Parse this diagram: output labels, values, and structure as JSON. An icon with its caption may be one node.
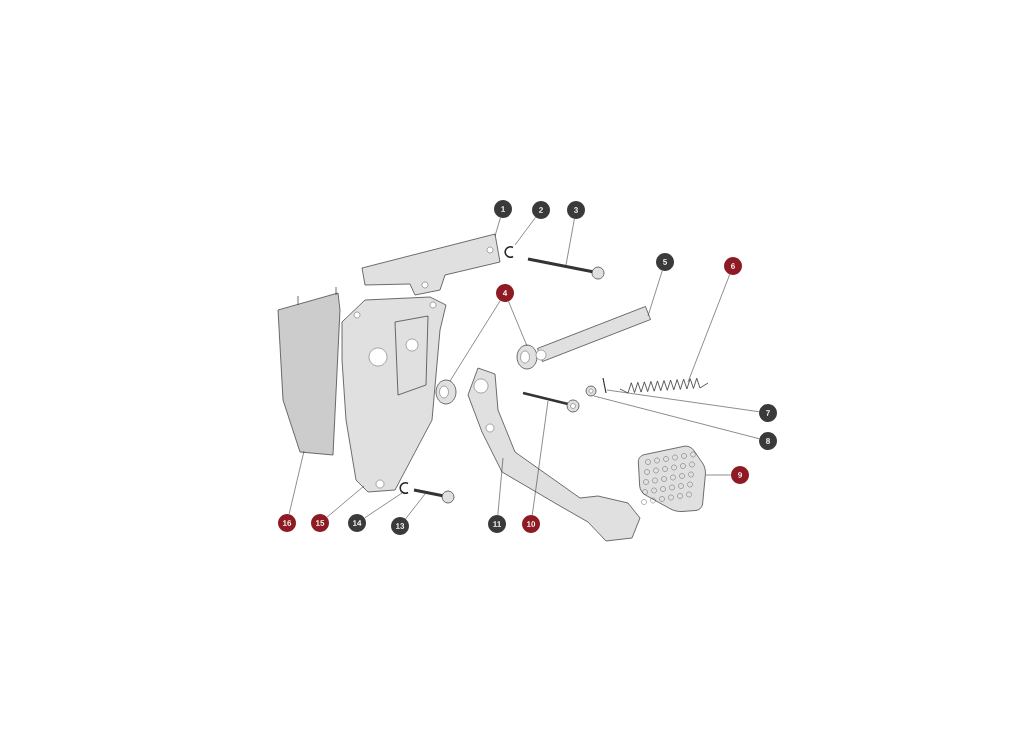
{
  "diagram": {
    "nodes": [
      {
        "text": [
          "1"
        ]
      },
      {
        "text": [
          "2"
        ]
      },
      {
        "text": [
          "3"
        ]
      },
      {
        "text": [
          "4"
        ]
      },
      {
        "text": [
          "5"
        ]
      },
      {
        "text": [
          "6"
        ]
      },
      {
        "text": [
          "7"
        ]
      },
      {
        "text": [
          "8"
        ]
      },
      {
        "text": [
          "9"
        ]
      },
      {
        "text": [
          "10"
        ]
      },
      {
        "text": [
          "11"
        ]
      },
      {
        "text": [
          "13"
        ]
      },
      {
        "text": [
          "14"
        ]
      },
      {
        "text": [
          "15"
        ]
      },
      {
        "text": [
          "16"
        ]
      },
      {
        "text": [],
        "shape": "picture"
      },
      {
        "text": [],
        "shape": "picture"
      },
      {
        "text": [],
        "shape": "picture"
      },
      {
        "text": [],
        "shape": "picture"
      },
      {
        "text": [],
        "shape": "picture"
      },
      {
        "text": [],
        "shape": "picture"
      },
      {
        "text": [],
        "shape": "picture"
      },
      {
        "text": [],
        "shape": "picture"
      },
      {
        "text": [],
        "shape": "picture"
      },
      {
        "text": [],
        "shape": "picture"
      },
      {
        "text": [],
        "shape": "picture"
      },
      {
        "text": [],
        "shape": "picture"
      },
      {
        "text": [],
        "shape": "picture"
      },
      {
        "text": [],
        "shape": "picture"
      },
      {
        "text": [],
        "shape": "picture"
      },
      {
        "text": [],
        "shape": "picture"
      }
    ],
    "edges": [
      {
        "from": 0,
        "to": 15,
        "arrow": "none"
      },
      {
        "from": 1,
        "to": 16,
        "arrow": "none"
      },
      {
        "from": 2,
        "to": 17,
        "arrow": "none"
      },
      {
        "from": 3,
        "to": 18,
        "arrow": "none"
      },
      {
        "from": 3,
        "to": 19,
        "arrow": "none"
      },
      {
        "from": 4,
        "to": 20,
        "arrow": "none"
      },
      {
        "from": 5,
        "to": 21,
        "arrow": "none"
      },
      {
        "from": 6,
        "to": 22,
        "arrow": "none"
      },
      {
        "from": 7,
        "to": 23,
        "arrow": "none"
      },
      {
        "from": 8,
        "to": 24,
        "arrow": "none"
      },
      {
        "from": 9,
        "to": 25,
        "arrow": "none"
      },
      {
        "from": 10,
        "to": 26,
        "arrow": "none"
      },
      {
        "from": 11,
        "to": 27,
        "arrow": "none"
      },
      {
        "from": 12,
        "to": 28,
        "arrow": "none"
      },
      {
        "from": 13,
        "to": 29,
        "arrow": "none"
      },
      {
        "from": 14,
        "to": 30,
        "arrow": "none"
      }
    ]
  }
}
